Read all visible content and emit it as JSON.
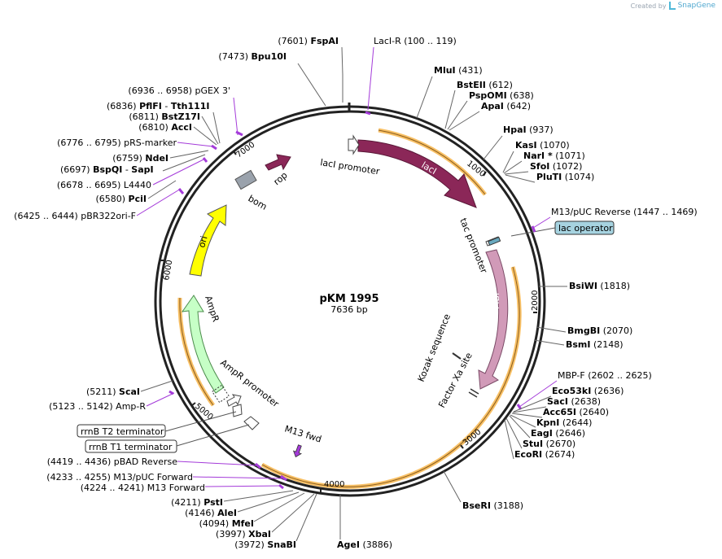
{
  "brand": {
    "created_by": "Created by",
    "name": "SnapGene"
  },
  "plasmid": {
    "name": "pKM 1995",
    "length": "7636 bp"
  },
  "colors": {
    "enzyme": "#000000",
    "primer": "#a43bd9",
    "lacI": "#8b2758",
    "mbp": "#d19ab8",
    "ori": "#ffff00",
    "ampR": "#c6ffc6",
    "rop": "#8b2758",
    "bom": "#9aa2ac",
    "lac_operator": "#a6d3e0",
    "orf_halo": "#f7b54a"
  },
  "ticks": [
    "1000",
    "2000",
    "3000",
    "4000",
    "5000",
    "6000",
    "7000"
  ],
  "features": {
    "lacI": "lacI",
    "mbp": "MBP",
    "ori": "ori",
    "ampR": "AmpR",
    "rop": "rop",
    "bom": "bom",
    "lacI_promoter": "lacI promoter",
    "tac_promoter": "tac promoter",
    "kozak": "Kozak sequence",
    "factor_xa": "Factor Xa site",
    "ampR_promoter": "AmpR promoter",
    "m13_fwd": "M13 fwd",
    "lac_operator": "lac operator",
    "rrnB_T2": "rrnB T2 terminator",
    "rrnB_T1": "rrnB T1 terminator"
  },
  "sites": [
    {
      "id": "fspai",
      "name": "FspAI",
      "pos": "(7601)"
    },
    {
      "id": "bpu10i",
      "name": "Bpu10I",
      "pos": "(7473)"
    },
    {
      "id": "laci-r",
      "name": "LacI-R",
      "range": "(100 .. 119)",
      "primer": true
    },
    {
      "id": "mlui",
      "name": "MluI",
      "pos": "(431)"
    },
    {
      "id": "bsteii",
      "name": "BstEII",
      "pos": "(612)"
    },
    {
      "id": "pspomi",
      "name": "PspOMI",
      "pos": "(638)"
    },
    {
      "id": "apai",
      "name": "ApaI",
      "pos": "(642)"
    },
    {
      "id": "hpai",
      "name": "HpaI",
      "pos": "(937)"
    },
    {
      "id": "kasi",
      "name": "KasI",
      "pos": "(1070)"
    },
    {
      "id": "nari",
      "name": "NarI *",
      "pos": "(1071)"
    },
    {
      "id": "sfoi",
      "name": "SfoI",
      "pos": "(1072)"
    },
    {
      "id": "pluti",
      "name": "PluTI",
      "pos": "(1074)"
    },
    {
      "id": "m13puc-rev",
      "name": "M13/pUC Reverse",
      "range": "(1447 .. 1469)",
      "primer": true
    },
    {
      "id": "bsiwi",
      "name": "BsiWI",
      "pos": "(1818)"
    },
    {
      "id": "bmgbi",
      "name": "BmgBI",
      "pos": "(2070)"
    },
    {
      "id": "bsmi",
      "name": "BsmI",
      "pos": "(2148)"
    },
    {
      "id": "mbp-f",
      "name": "MBP-F",
      "range": "(2602 .. 2625)",
      "primer": true
    },
    {
      "id": "eco53ki",
      "name": "Eco53kI",
      "pos": "(2636)"
    },
    {
      "id": "saci",
      "name": "SacI",
      "pos": "(2638)"
    },
    {
      "id": "acc65i",
      "name": "Acc65I",
      "pos": "(2640)"
    },
    {
      "id": "kpni",
      "name": "KpnI",
      "pos": "(2644)"
    },
    {
      "id": "eagi",
      "name": "EagI",
      "pos": "(2646)"
    },
    {
      "id": "stui",
      "name": "StuI",
      "pos": "(2670)"
    },
    {
      "id": "ecori",
      "name": "EcoRI",
      "pos": "(2674)"
    },
    {
      "id": "bseri",
      "name": "BseRI",
      "pos": "(3188)"
    },
    {
      "id": "agei",
      "name": "AgeI",
      "pos": "(3886)"
    },
    {
      "id": "snabi",
      "name": "SnaBI",
      "pos": "(3972)"
    },
    {
      "id": "xbai",
      "name": "XbaI",
      "pos": "(3997)"
    },
    {
      "id": "mfei",
      "name": "MfeI",
      "pos": "(4094)"
    },
    {
      "id": "alei",
      "name": "AleI",
      "pos": "(4146)"
    },
    {
      "id": "psti",
      "name": "PstI",
      "pos": "(4211)"
    },
    {
      "id": "m13-fwd-primer",
      "name": "M13 Forward",
      "range": "(4224 .. 4241)",
      "primer": true
    },
    {
      "id": "m13puc-fwd",
      "name": "M13/pUC Forward",
      "range": "(4233 .. 4255)",
      "primer": true
    },
    {
      "id": "pbad-rev",
      "name": "pBAD Reverse",
      "range": "(4419 .. 4436)",
      "primer": true
    },
    {
      "id": "amp-r",
      "name": "Amp-R",
      "range": "(5123 .. 5142)",
      "primer": true
    },
    {
      "id": "scai",
      "name": "ScaI",
      "pos": "(5211)"
    },
    {
      "id": "pbr322ori-f",
      "name": "pBR322ori-F",
      "range": "(6425 .. 6444)",
      "primer": true
    },
    {
      "id": "pcii",
      "name": "PciI",
      "pos": "(6580)"
    },
    {
      "id": "l4440",
      "name": "L4440",
      "range": "(6678 .. 6695)",
      "primer": true
    },
    {
      "id": "bspqi",
      "name": "BspQI",
      "name2": "SapI",
      "pos": "(6697)"
    },
    {
      "id": "ndei",
      "name": "NdeI",
      "pos": "(6759)"
    },
    {
      "id": "prs-marker",
      "name": "pRS-marker",
      "range": "(6776 .. 6795)",
      "primer": true
    },
    {
      "id": "acci",
      "name": "AccI",
      "pos": "(6810)"
    },
    {
      "id": "bstz17i",
      "name": "BstZ17I",
      "pos": "(6811)"
    },
    {
      "id": "pflfi",
      "name": "PflFI",
      "name2": "Tth111I",
      "pos": "(6836)"
    },
    {
      "id": "pgex3",
      "name": "pGEX 3'",
      "range": "(6936 .. 6958)",
      "primer": true
    }
  ]
}
